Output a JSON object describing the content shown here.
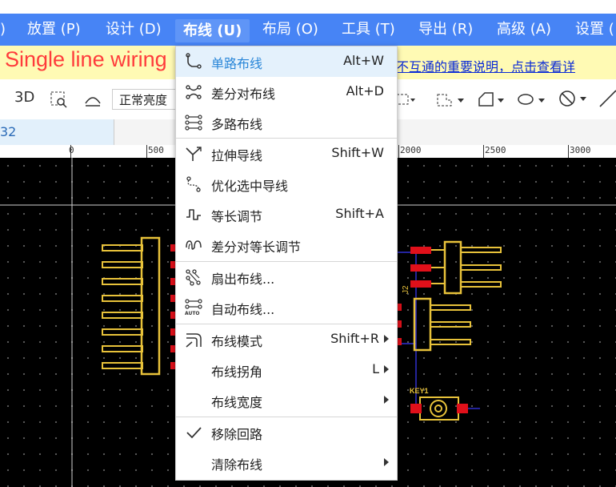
{
  "menubar": {
    "items": [
      {
        "label": ")"
      },
      {
        "label": "放置 (P)"
      },
      {
        "label": "设计 (D)"
      },
      {
        "label": "布线 (U)"
      },
      {
        "label": "布局 (O)"
      },
      {
        "label": "工具 (T)"
      },
      {
        "label": "导出 (R)"
      },
      {
        "label": "高级 (A)"
      },
      {
        "label": "设置 ("
      }
    ]
  },
  "notice": {
    "caption": "Single line wiring",
    "link_text": "不互通的重要说明，点击查看详"
  },
  "toolbar": {
    "label_3d": "3D",
    "brightness": "正常亮度"
  },
  "tab": {
    "label": "32"
  },
  "ruler": {
    "ticks": [
      "0",
      "500",
      "2000",
      "2500",
      "3000"
    ]
  },
  "canvas": {
    "key_label": "KEY1",
    "ref_label": "J2"
  },
  "colors": {
    "menubar": "#4784f5",
    "highlight": "#e4f1fc",
    "pad": "#e0101a",
    "trace": "#e8c23a"
  },
  "menu": {
    "items": [
      {
        "label": "单路布线",
        "shortcut": "Alt+W",
        "icon": "single-route-icon",
        "highlighted": true
      },
      {
        "label": "差分对布线",
        "shortcut": "Alt+D",
        "icon": "diff-pair-icon"
      },
      {
        "label": "多路布线",
        "shortcut": "",
        "icon": "multi-route-icon"
      },
      {
        "label": "拉伸导线",
        "shortcut": "Shift+W",
        "icon": "stretch-track-icon"
      },
      {
        "label": "优化选中导线",
        "shortcut": "",
        "icon": "optimize-track-icon"
      },
      {
        "label": "等长调节",
        "shortcut": "Shift+A",
        "icon": "length-tune-icon"
      },
      {
        "label": "差分对等长调节",
        "shortcut": "",
        "icon": "diff-length-tune-icon"
      },
      {
        "label": "扇出布线...",
        "shortcut": "",
        "icon": "fanout-icon"
      },
      {
        "label": "自动布线...",
        "shortcut": "",
        "icon": "autoroute-icon"
      },
      {
        "label": "布线模式",
        "shortcut": "Shift+R",
        "icon": "route-mode-icon"
      },
      {
        "label": "布线拐角",
        "shortcut": "L",
        "icon": ""
      },
      {
        "label": "布线宽度",
        "shortcut": "",
        "icon": ""
      },
      {
        "label": "移除回路",
        "shortcut": "",
        "icon": "check-icon"
      },
      {
        "label": "清除布线",
        "shortcut": "",
        "icon": ""
      }
    ]
  }
}
